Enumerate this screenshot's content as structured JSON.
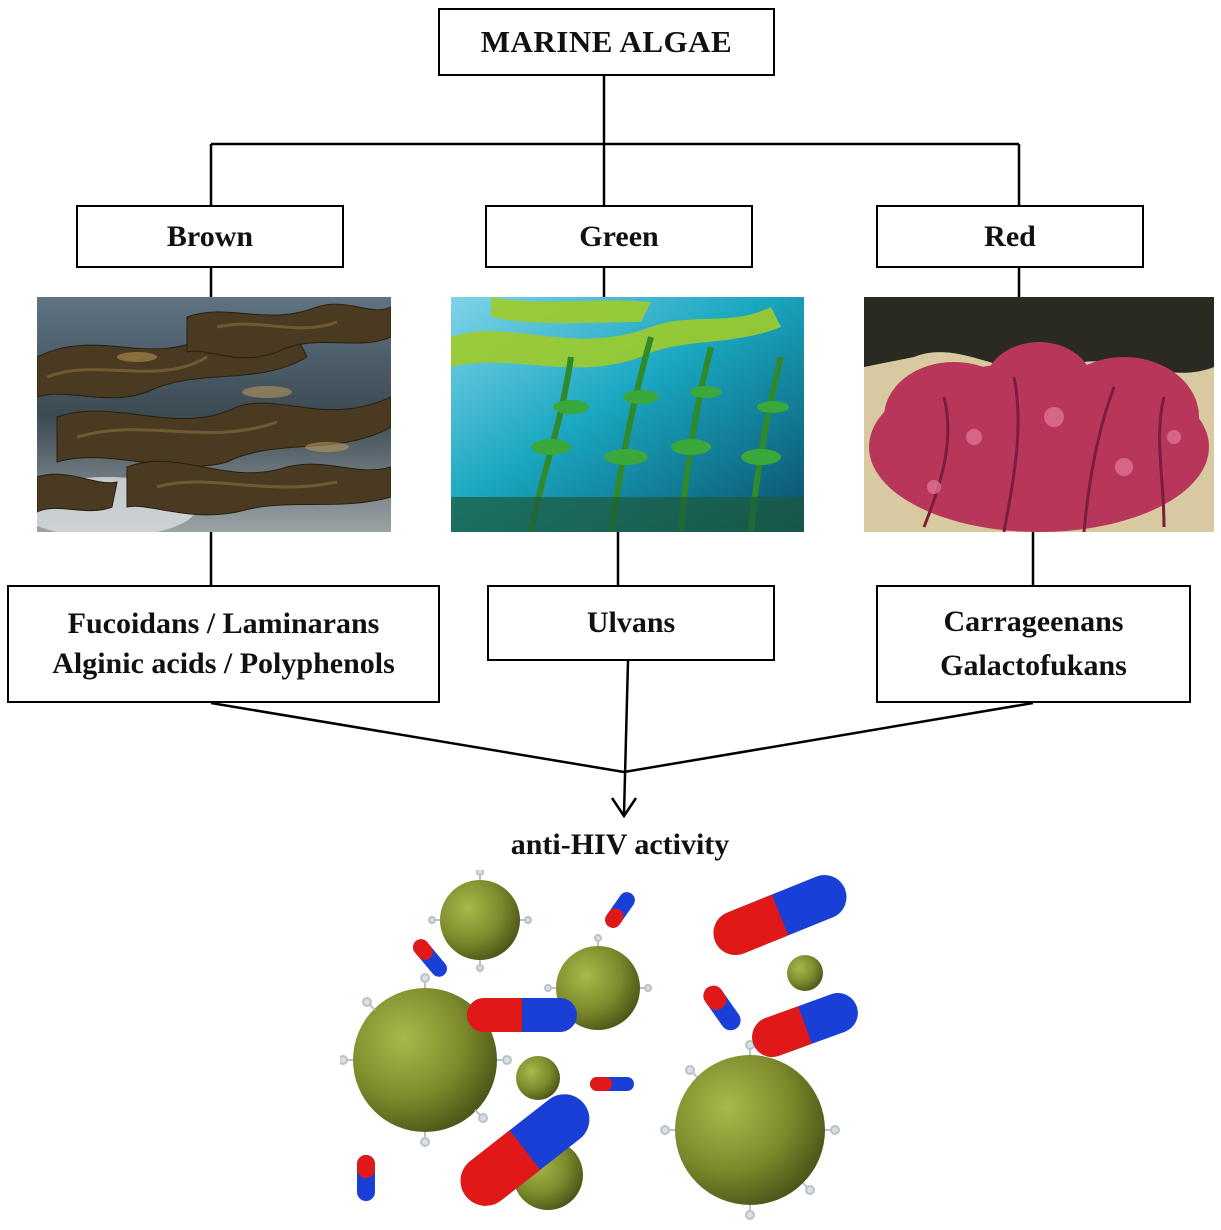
{
  "root": {
    "label": "MARINE ALGAE"
  },
  "categories": [
    {
      "label": "Brown",
      "photo": "brown-kelp-on-shore-photo",
      "products": [
        "Fucoidans / Laminarans",
        "Alginic acids / Polyphenols"
      ]
    },
    {
      "label": "Green",
      "photo": "green-kelp-forest-photo",
      "products": [
        "Ulvans"
      ]
    },
    {
      "label": "Red",
      "photo": "red-seaweed-photo",
      "products": [
        "Carrageenans",
        "Galactofukans"
      ]
    }
  ],
  "outcome": {
    "label": "anti-HIV activity",
    "illustration": "virus-particles-and-capsules-illustration"
  },
  "colors": {
    "virus": "#7d8a2c",
    "capsule_red": "#e01818",
    "capsule_blue": "#1a3fd6",
    "brown_algae": "#4a3a22",
    "green_algae": "#1aa7c0",
    "red_algae": "#b8365a"
  }
}
